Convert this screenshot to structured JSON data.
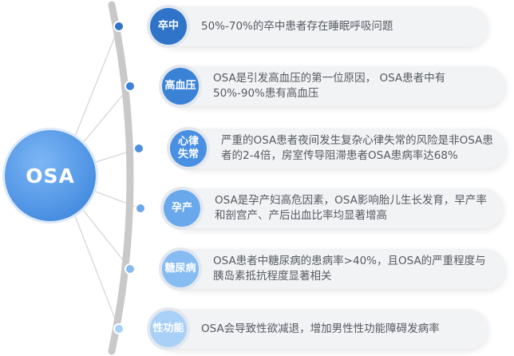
{
  "center": {
    "label": "OSA"
  },
  "items": [
    {
      "label": "卒中",
      "text": "50%-70%的卒中患者存在睡眠呼吸问题"
    },
    {
      "label": "高血压",
      "text": "OSA是引发高血压的第一位原因， OSA患者中有50%-90%患有高血压"
    },
    {
      "label": "心律失常",
      "text": "严重的OSA患者夜间发生复杂心律失常的风险是非OSA患者的2-4倍，房室传导阻滞患者OSA患病率达68%"
    },
    {
      "label": "孕产",
      "text": "OSA是孕产妇高危因素，OSA影响胎儿生长发育，早产率和剖宫产、产后出血比率均显著增高"
    },
    {
      "label": "糖尿病",
      "text": "OSA患者中糖尿病的患病率>40%，且OSA的严重程度与胰岛素抵抗程度显著相关"
    },
    {
      "label": "性功能",
      "text": "OSA会导致性欲减退，增加男性性功能障碍发病率"
    }
  ],
  "colors": {
    "labels": [
      "#2f74c8",
      "#3a82d6",
      "#4a90e2",
      "#6aa8ec",
      "#86bcf2",
      "#a9d0f7"
    ],
    "arc": "#c9c9c9",
    "spokes": "#d6d6d6"
  }
}
